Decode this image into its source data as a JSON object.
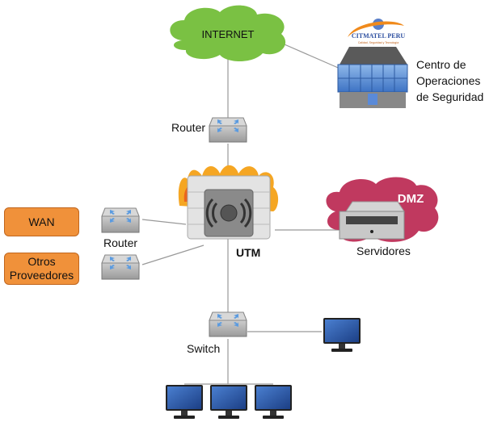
{
  "internet": {
    "label": "INTERNET",
    "color": "#7ac143"
  },
  "soc": {
    "logo_text": "CITMATEL PERU",
    "logo_subtext": "Calidad, Seguridad y Tecnología",
    "lines": [
      "Centro de",
      "Operaciones",
      "de Seguridad"
    ]
  },
  "top_router": {
    "label": "Router"
  },
  "utm": {
    "label": "UTM"
  },
  "dmz": {
    "label": "DMZ",
    "color": "#c0395f",
    "server_label": "Servidores"
  },
  "wan": {
    "label": "WAN",
    "color": "#f0913a"
  },
  "otros": {
    "label_line1": "Otros",
    "label_line2": "Proveedores"
  },
  "left_router": {
    "label": "Router"
  },
  "switch": {
    "label": "Switch"
  }
}
